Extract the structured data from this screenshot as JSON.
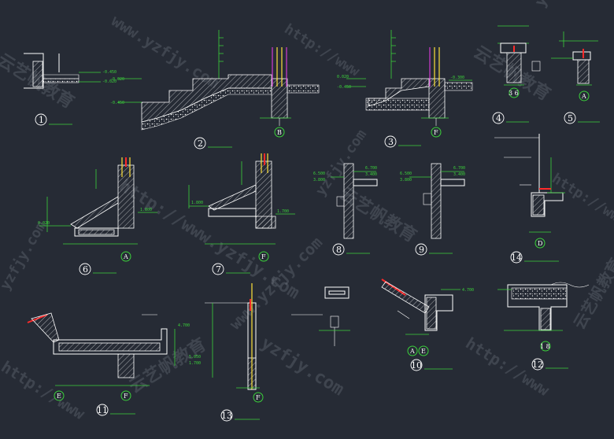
{
  "watermarks": {
    "domain": "www.yzfjy.com",
    "domain_alt": "yzfjy.com",
    "url_short": "http://www",
    "url_long": "http://www.yzfjy.com",
    "brand": "云艺帆教育"
  },
  "details": [
    {
      "num": "1"
    },
    {
      "num": "2",
      "axis": "B"
    },
    {
      "num": "3",
      "axis": "F"
    },
    {
      "num": "4",
      "axis": "3 6"
    },
    {
      "num": "5",
      "axis": "A"
    },
    {
      "num": "6",
      "axis": "A"
    },
    {
      "num": "7",
      "axis": "F"
    },
    {
      "num": "8"
    },
    {
      "num": "9"
    },
    {
      "num": "14",
      "axis": "D"
    },
    {
      "num": "11",
      "axis_left": "E",
      "axis_right": "F"
    },
    {
      "num": "13",
      "axis": "F"
    },
    {
      "num": "10",
      "axis_left": "A",
      "axis_right": "E"
    },
    {
      "num": "12",
      "axis": "1 8"
    }
  ],
  "levels": {
    "l1": "-0.450",
    "l2": "-0.020",
    "l3": "-0.450",
    "l4": "-0.020",
    "l5": "-0.300",
    "l6": "0.020",
    "l7": "1.800",
    "l8": "1.700",
    "l9a": "6.500",
    "l9b": "3.800",
    "l9c": "6.700",
    "l9d": "3.400",
    "l10": "4.700",
    "l11": "5.050",
    "l12": "1.700"
  }
}
